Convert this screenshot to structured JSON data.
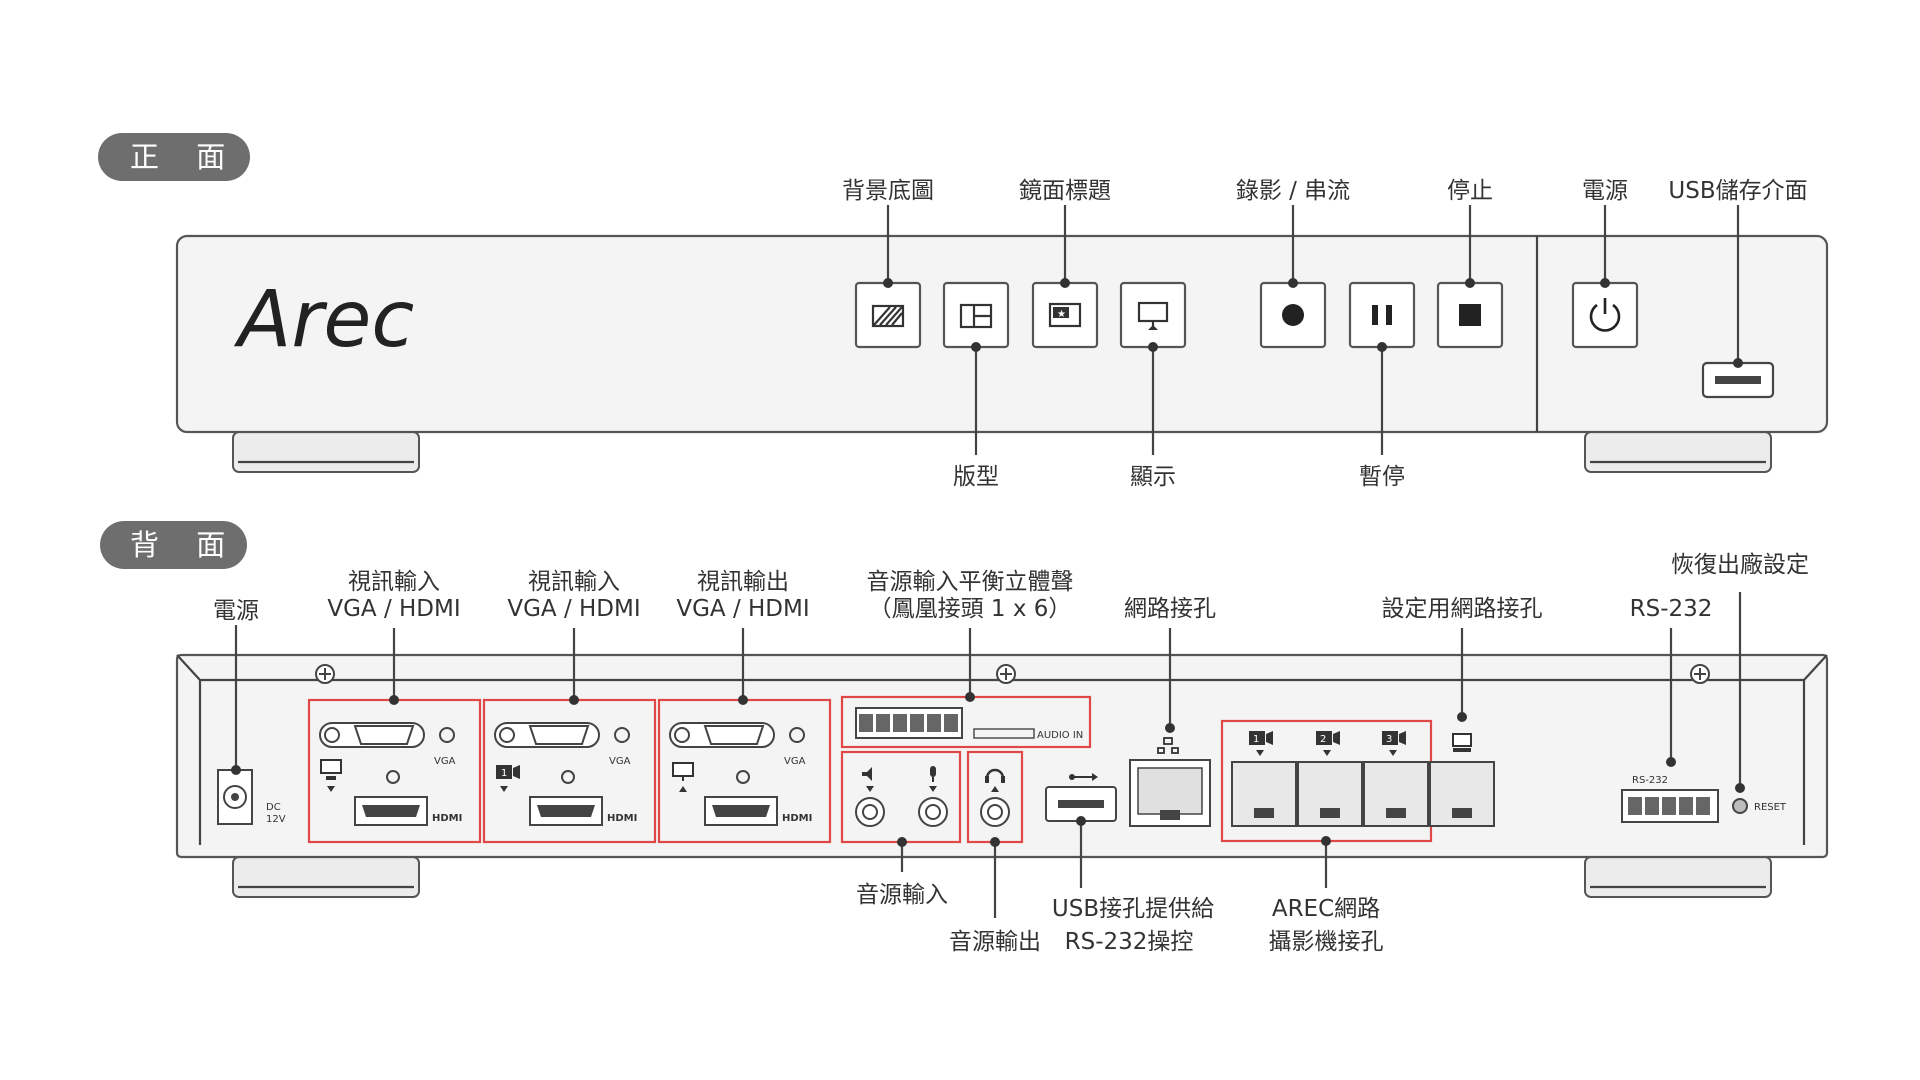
{
  "sections": {
    "front": "正 面",
    "back": "背 面"
  },
  "brand_logo": "Arec",
  "front": {
    "labels": {
      "background": "背景底圖",
      "layout": "版型",
      "title": "鏡面標題",
      "display": "顯示",
      "record_stream": "錄影 / 串流",
      "pause": "暫停",
      "stop": "停止",
      "power": "電源",
      "usb_storage": "USB儲存介面"
    }
  },
  "back": {
    "labels": {
      "power": "電源",
      "video_in_1_l1": "視訊輸入",
      "video_in_1_l2": "VGA / HDMI",
      "video_in_2_l1": "視訊輸入",
      "video_in_2_l2": "VGA / HDMI",
      "video_out_l1": "視訊輸出",
      "video_out_l2": "VGA / HDMI",
      "audio_balanced_l1": "音源輸入平衡立體聲",
      "audio_balanced_l2": "（鳳凰接頭 1 x 6）",
      "network": "網路接孔",
      "setup_network": "設定用網路接孔",
      "factory_reset": "恢復出廠設定",
      "rs232": "RS-232",
      "audio_in": "音源輸入",
      "audio_out": "音源輸出",
      "usb_rs232_l1": "USB接孔提供給",
      "usb_rs232_l2": "RS-232操控",
      "arec_cam_l1": "AREC網路",
      "arec_cam_l2": "攝影機接孔"
    },
    "panel_text": {
      "dc": "DC",
      "dc_v": "12V",
      "vga": "VGA",
      "hdmi": "HDMI",
      "audio_in": "AUDIO IN",
      "rs232": "RS-232",
      "reset": "RESET",
      "cam1": "1",
      "cam2": "2",
      "cam3": "3",
      "vin2": "1"
    }
  },
  "colors": {
    "highlight": "#e04848",
    "section_pill": "#6e6e6e",
    "ink": "#333333"
  }
}
